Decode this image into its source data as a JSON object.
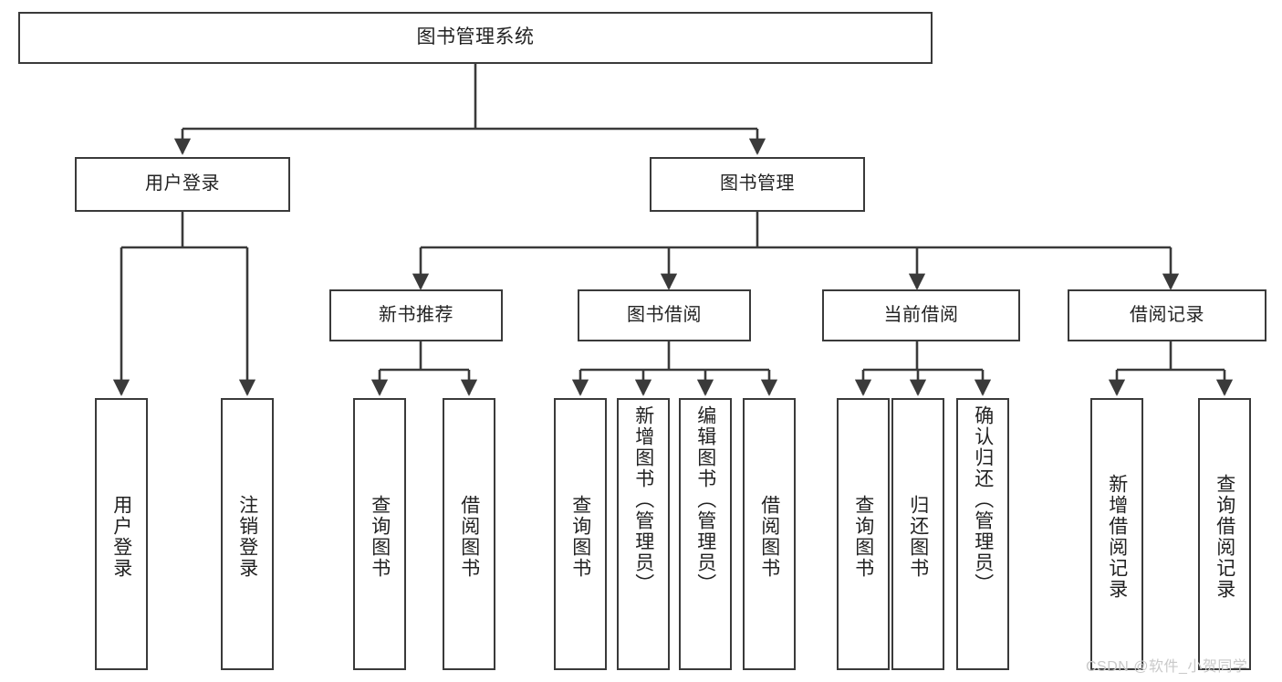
{
  "diagram": {
    "title": "图书管理系统",
    "type": "tree",
    "stroke_color": "#3a3a3a",
    "text_color": "#222222",
    "background": "#ffffff",
    "nodes": {
      "root": {
        "label": "图书管理系统"
      },
      "level1": [
        {
          "id": "user-login",
          "label": "用户登录"
        },
        {
          "id": "book-manage",
          "label": "图书管理"
        }
      ],
      "level2": [
        {
          "id": "new-book-recommend",
          "label": "新书推荐"
        },
        {
          "id": "book-borrow",
          "label": "图书借阅"
        },
        {
          "id": "current-borrow",
          "label": "当前借阅"
        },
        {
          "id": "borrow-record",
          "label": "借阅记录"
        }
      ],
      "leaves": {
        "user-login": [
          {
            "id": "leaf-user-login",
            "label": "用户登录"
          },
          {
            "id": "leaf-logout",
            "label": "注销登录"
          }
        ],
        "new-book-recommend": [
          {
            "id": "leaf-query-book-1",
            "label": "查询图书"
          },
          {
            "id": "leaf-borrow-book-1",
            "label": "借阅图书"
          }
        ],
        "book-borrow": [
          {
            "id": "leaf-query-book-2",
            "label": "查询图书"
          },
          {
            "id": "leaf-add-book",
            "label": "新增图书（管理员）"
          },
          {
            "id": "leaf-edit-book",
            "label": "编辑图书（管理员）"
          },
          {
            "id": "leaf-borrow-book-2",
            "label": "借阅图书"
          }
        ],
        "current-borrow": [
          {
            "id": "leaf-query-book-3",
            "label": "查询图书"
          },
          {
            "id": "leaf-return-book",
            "label": "归还图书"
          },
          {
            "id": "leaf-confirm-return",
            "label": "确认归还（管理员）"
          }
        ],
        "borrow-record": [
          {
            "id": "leaf-add-record",
            "label": "新增借阅记录"
          },
          {
            "id": "leaf-query-record",
            "label": "查询借阅记录"
          }
        ]
      }
    }
  },
  "watermark": {
    "text": "CSDN @软件_小贺同学"
  }
}
